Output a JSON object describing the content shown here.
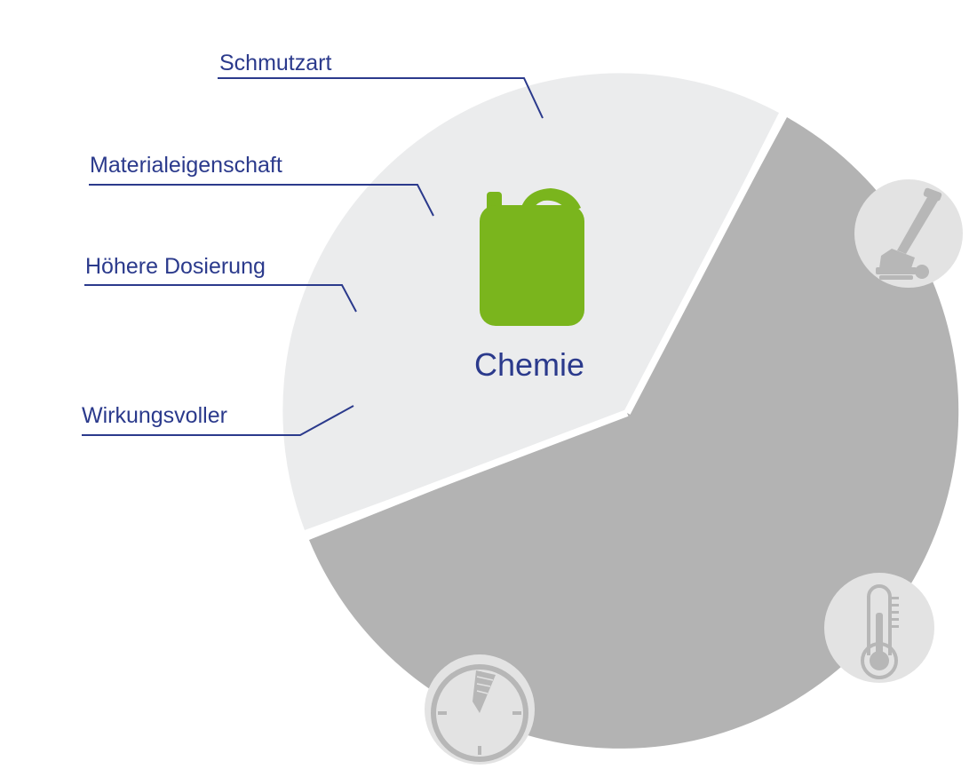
{
  "diagram": {
    "colors": {
      "light_segment": "#ebeced",
      "dark_segment": "#b3b3b3",
      "divider": "#ffffff",
      "leader_lines": "#2b3a8c",
      "label_text": "#2b3a8c",
      "canister_green": "#7ab51d",
      "icon_bg": "#e3e3e3",
      "icon_fg": "#b7b7b7"
    },
    "center": {
      "label": "Chemie",
      "icon": "canister-icon"
    },
    "factor_labels": [
      {
        "text": "Schmutzart"
      },
      {
        "text": "Materialeigenschaft"
      },
      {
        "text": "Höhere Dosierung"
      },
      {
        "text": "Wirkungsvoller"
      }
    ],
    "other_factor_icons": [
      {
        "icon": "floor-scrubber-icon"
      },
      {
        "icon": "thermometer-icon"
      },
      {
        "icon": "clock-icon"
      }
    ]
  }
}
